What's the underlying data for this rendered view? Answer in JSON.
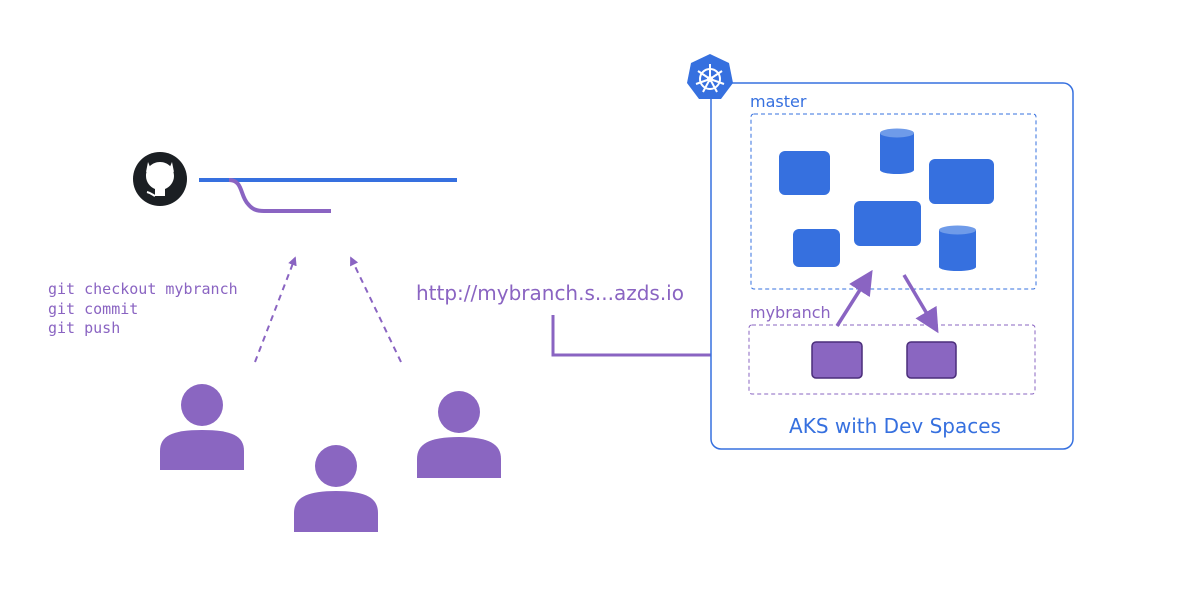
{
  "colors": {
    "blue": "#3670df",
    "purple": "#8a64c2",
    "purple_fill": "#8a66c1",
    "dark_purple": "#4a2d7a",
    "github": "#1b1f23"
  },
  "git_commands": [
    "git checkout mybranch",
    "git commit",
    "git push"
  ],
  "url_label": "http://mybranch.s...azds.io",
  "cluster": {
    "master_label": "master",
    "branch_label": "mybranch",
    "title": "AKS with Dev Spaces"
  },
  "icons": {
    "source_control": "github-icon",
    "orchestrator": "kubernetes-icon",
    "developer": "person-icon"
  }
}
